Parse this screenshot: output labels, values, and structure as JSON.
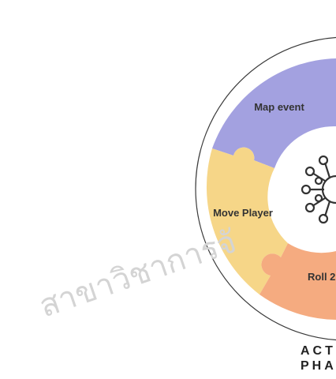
{
  "segments": [
    {
      "label": "Map event",
      "color": "#a3a1e0"
    },
    {
      "label": "Move Player",
      "color": "#f6d688"
    },
    {
      "label": "Roll 2",
      "color": "#f5ab80"
    }
  ],
  "center_icon": "network-hub-icon",
  "caption": {
    "line1": "ACT",
    "line2": "PHA"
  },
  "watermark": "สาขาวิชาการจั"
}
